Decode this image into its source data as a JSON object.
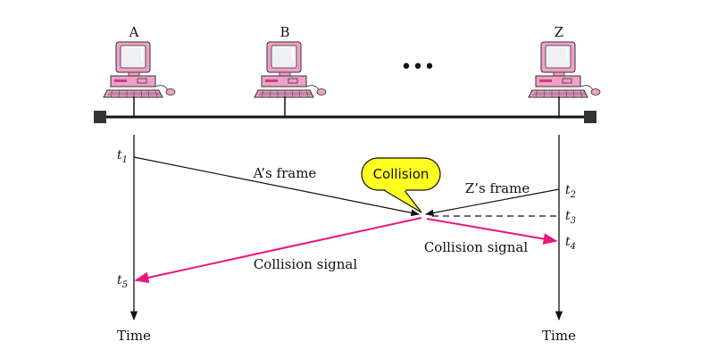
{
  "stations": [
    {
      "name": "A"
    },
    {
      "name": "B"
    },
    {
      "name": "Z"
    }
  ],
  "ellipsis": "•••",
  "times": {
    "t1": {
      "base": "t",
      "sub": "1"
    },
    "t2": {
      "base": "t",
      "sub": "2"
    },
    "t3": {
      "base": "t",
      "sub": "3"
    },
    "t4": {
      "base": "t",
      "sub": "4"
    },
    "t5": {
      "base": "t",
      "sub": "5"
    }
  },
  "labels": {
    "a_frame": "A’s frame",
    "z_frame": "Z’s frame",
    "collision": "Collision",
    "collision_signal_left": "Collision signal",
    "collision_signal_right": "Collision signal",
    "time_left": "Time",
    "time_right": "Time"
  },
  "colors": {
    "signal": "#e8187a",
    "callout_fill": "#ffff22",
    "computer": "#f0a0c8",
    "line": "#111111"
  }
}
